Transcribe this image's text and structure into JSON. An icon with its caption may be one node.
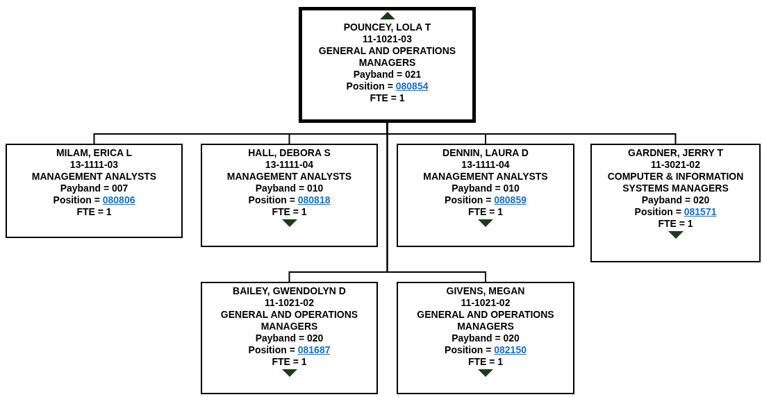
{
  "diagram": {
    "nodes": [
      {
        "text": [
          "POUNCEY, LOLA T",
          "11-1021-03",
          "GENERAL AND OPERATIONS MANAGERS",
          "Payband = 021",
          "Position = 080854",
          "FTE = 1"
        ]
      },
      {
        "text": [
          "MILAM, ERICA L",
          "13-1111-03",
          "MANAGEMENT ANALYSTS",
          "Payband = 007",
          "Position = 080806",
          "FTE = 1"
        ]
      },
      {
        "text": [
          "HALL, DEBORA S",
          "13-1111-04",
          "MANAGEMENT ANALYSTS",
          "Payband = 010",
          "Position = 080818",
          "FTE = 1"
        ]
      },
      {
        "text": [
          "DENNIN, LAURA D",
          "13-1111-04",
          "MANAGEMENT ANALYSTS",
          "Payband = 010",
          "Position = 080859",
          "FTE = 1"
        ]
      },
      {
        "text": [
          "GARDNER, JERRY T",
          "11-3021-02",
          "COMPUTER & INFORMATION SYSTEMS MANAGERS",
          "Payband = 020",
          "Position = 081571",
          "FTE = 1"
        ]
      },
      {
        "text": [
          "BAILEY, GWENDOLYN D",
          "11-1021-02",
          "GENERAL AND OPERATIONS MANAGERS",
          "Payband = 020",
          "Position = 081687",
          "FTE = 1"
        ]
      },
      {
        "text": [
          "GIVENS, MEGAN",
          "11-1021-02",
          "GENERAL AND OPERATIONS MANAGERS",
          "Payband = 020",
          "Position = 082150",
          "FTE = 1"
        ]
      }
    ],
    "edges": [
      {
        "from": 0,
        "to": 1,
        "arrow": "none"
      },
      {
        "from": 0,
        "to": 2,
        "arrow": "none"
      },
      {
        "from": 0,
        "to": 3,
        "arrow": "none"
      },
      {
        "from": 0,
        "to": 4,
        "arrow": "none"
      },
      {
        "from": 0,
        "to": 5,
        "arrow": "none"
      },
      {
        "from": 0,
        "to": 6,
        "arrow": "none"
      }
    ]
  }
}
